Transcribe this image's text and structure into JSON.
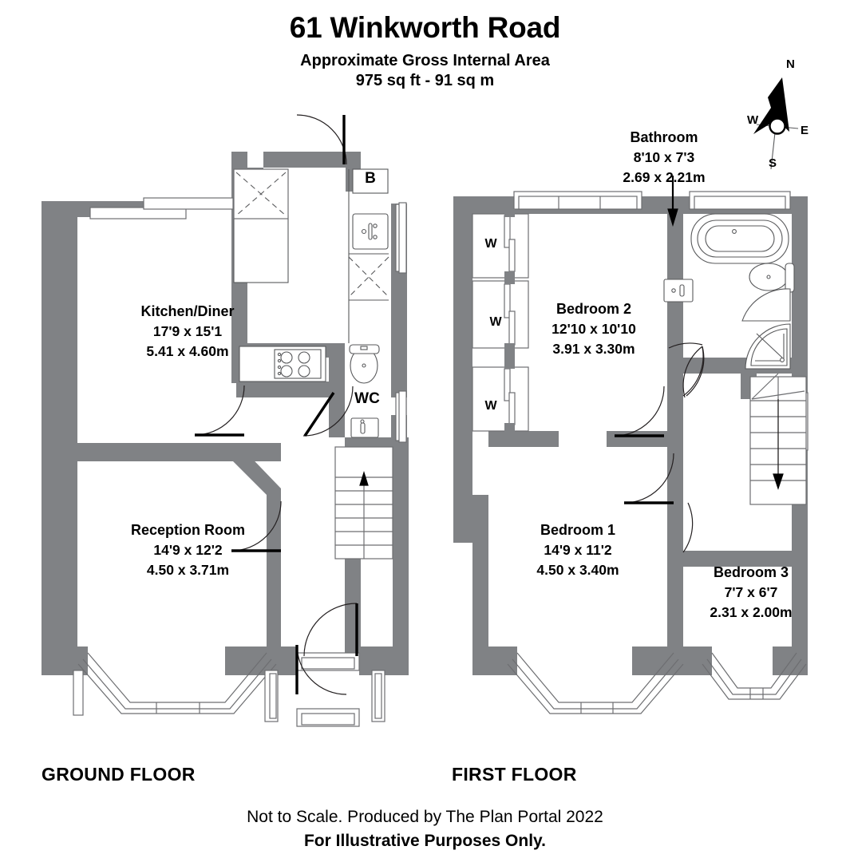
{
  "header": {
    "title": "61 Winkworth Road",
    "subtitle_line1": "Approximate Gross Internal Area",
    "subtitle_line2": "975 sq ft - 91 sq m"
  },
  "compass": {
    "north": "N",
    "east": "E",
    "south": "S",
    "west": "W"
  },
  "floors": [
    {
      "label": "GROUND FLOOR",
      "rooms": [
        {
          "name": "Kitchen/Diner",
          "imperial": "17'9 x 15'1",
          "metric": "5.41 x 4.60m"
        },
        {
          "name": "Reception Room",
          "imperial": "14'9 x 12'2",
          "metric": "4.50 x 3.71m"
        }
      ],
      "tags": [
        {
          "text": "B",
          "meaning": "boiler"
        },
        {
          "text": "WC",
          "meaning": "water-closet"
        }
      ]
    },
    {
      "label": "FIRST FLOOR",
      "rooms": [
        {
          "name": "Bathroom",
          "imperial": "8'10 x 7'3",
          "metric": "2.69 x 2.21m"
        },
        {
          "name": "Bedroom 2",
          "imperial": "12'10 x 10'10",
          "metric": "3.91 x 3.30m"
        },
        {
          "name": "Bedroom 1",
          "imperial": "14'9 x 11'2",
          "metric": "4.50 x 3.40m"
        },
        {
          "name": "Bedroom 3",
          "imperial": "7'7 x 6'7",
          "metric": "2.31 x 2.00m"
        }
      ],
      "tags": [
        {
          "text": "W",
          "meaning": "wardrobe"
        },
        {
          "text": "W",
          "meaning": "wardrobe"
        },
        {
          "text": "W",
          "meaning": "wardrobe"
        }
      ]
    }
  ],
  "footer": {
    "line1": "Not to Scale. Produced by The Plan Portal 2022",
    "line2": "For Illustrative Purposes Only."
  },
  "colors": {
    "wall": "#808285",
    "outline": "#6d6e71",
    "fixture": "#58595b",
    "text": "#000000",
    "background": "#ffffff"
  }
}
